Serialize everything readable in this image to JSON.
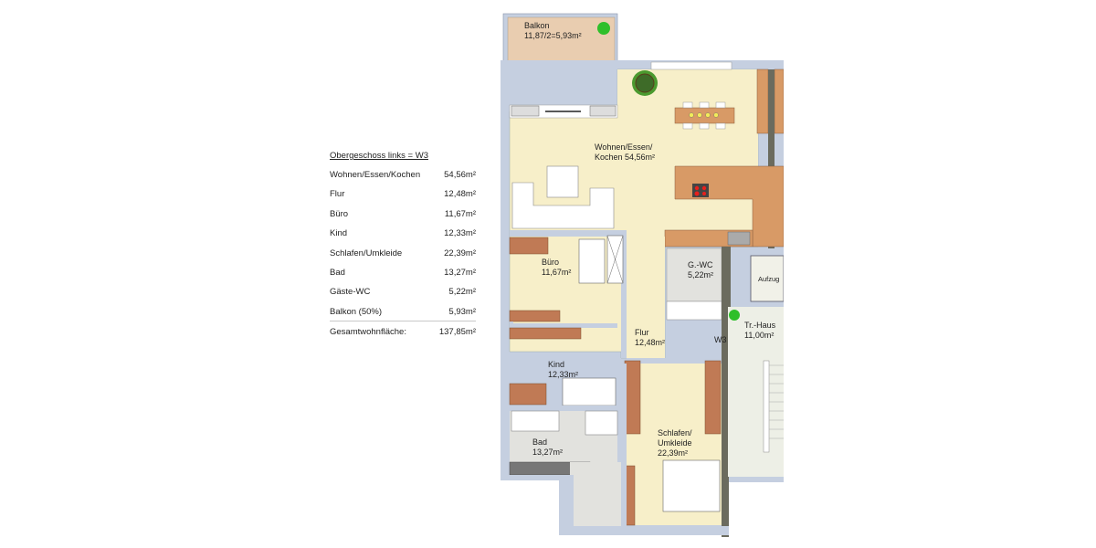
{
  "legend": {
    "title": "Obergeschoss links = W3",
    "rows": [
      {
        "label": "Wohnen/Essen/Kochen",
        "value": "54,56m²"
      },
      {
        "label": "Flur",
        "value": "12,48m²"
      },
      {
        "label": "Büro",
        "value": "11,67m²"
      },
      {
        "label": "Kind",
        "value": "12,33m²"
      },
      {
        "label": "Schlafen/Umkleide",
        "value": "22,39m²"
      },
      {
        "label": "Bad",
        "value": "13,27m²"
      },
      {
        "label": "Gäste-WC",
        "value": "5,22m²"
      },
      {
        "label": "Balkon (50%)",
        "value": "5,93m²"
      }
    ],
    "total": {
      "label": "Gesamtwohnfläche:",
      "value": "137,85m²"
    }
  },
  "rooms": {
    "balkon": {
      "name": "Balkon",
      "area": "11,87/2=5,93m²"
    },
    "wohnen": {
      "name": "Wohnen/Essen/",
      "area": "Kochen 54,56m²"
    },
    "buero": {
      "name": "Büro",
      "area": "11,67m²"
    },
    "gwc": {
      "name": "G.-WC",
      "area": "5,22m²"
    },
    "aufzug": {
      "name": "Aufzug"
    },
    "flur": {
      "name": "Flur",
      "area": "12,48m²"
    },
    "w3": {
      "name": "W3"
    },
    "trhaus": {
      "name": "Tr.-Haus",
      "area": "11,00m²"
    },
    "kind": {
      "name": "Kind",
      "area": "12,33m²"
    },
    "bad": {
      "name": "Bad",
      "area": "13,27m²"
    },
    "schlafen": {
      "name": "Schlafen/",
      "name2": "Umkleide",
      "area": "22,39m²"
    }
  },
  "colors": {
    "wall": "#c5cfe0",
    "floor_living": "#f7efc9",
    "floor_balcony": "#e9cdb0",
    "floor_wet": "#e2e2de",
    "stair": "#edefe6",
    "furniture_wood": "#d89a66",
    "wardrobe": "#c07a55",
    "dark_wall": "#6b6b5e"
  }
}
